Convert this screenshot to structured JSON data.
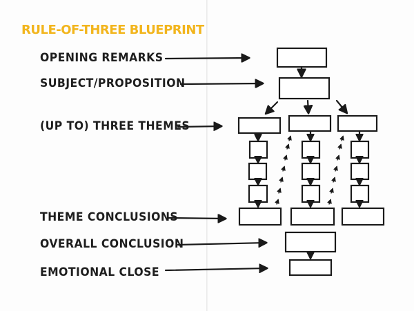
{
  "title": "RULE-OF-THREE BLUEPRINT",
  "labels": {
    "opening": "OPENING REMARKS",
    "subject": "SUBJECT/PROPOSITION",
    "themes": "(UP TO) THREE THEMES",
    "theme_conclusions": "THEME CONCLUSIONS",
    "overall": "OVERALL CONCLUSION",
    "emotional": "EMOTIONAL CLOSE"
  },
  "colors": {
    "title": "#f2b51d",
    "ink": "#1e1e1e"
  }
}
